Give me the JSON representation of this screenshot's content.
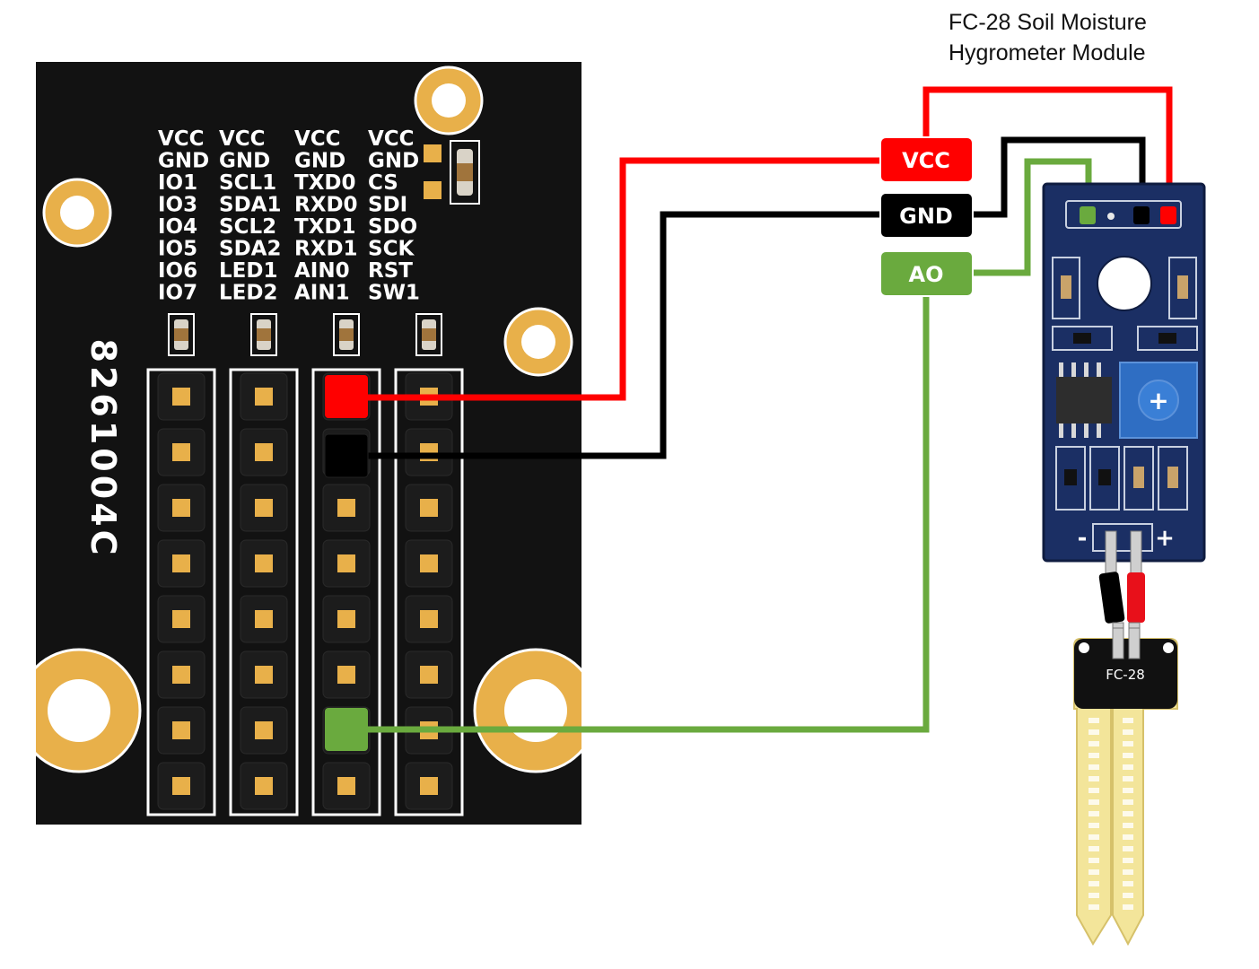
{
  "module": {
    "title_line1": "FC-28 Soil Moisture",
    "title_line2": "Hygrometer Module",
    "probe_label": "FC-28",
    "pot_symbol": "+",
    "probe_minus": "-",
    "probe_plus": "+"
  },
  "board": {
    "part_number": "8261004C",
    "header_label_rows": [
      [
        "VCC",
        "VCC",
        "VCC",
        "VCC"
      ],
      [
        "GND",
        "GND",
        "GND",
        "GND"
      ],
      [
        "IO1",
        "SCL1",
        "TXD0",
        "CS"
      ],
      [
        "IO3",
        "SDA1",
        "RXD0",
        "SDI"
      ],
      [
        "IO4",
        "SCL2",
        "TXD1",
        "SDO"
      ],
      [
        "IO5",
        "SDA2",
        "RXD1",
        "SCK"
      ],
      [
        "IO6",
        "LED1",
        "AIN0",
        "RST"
      ],
      [
        "IO7",
        "LED2",
        "AIN1",
        "SW1"
      ]
    ]
  },
  "connections": [
    {
      "label": "VCC",
      "color": "#ff0000"
    },
    {
      "label": "GND",
      "color": "#000000"
    },
    {
      "label": "AO",
      "color": "#6aaa3e"
    }
  ],
  "colors": {
    "pcb": "#121212",
    "pad": "#e8b04a",
    "module_board": "#1b2f64",
    "probe": "#f3e59a",
    "wire_red": "#ff0000",
    "wire_black": "#000000",
    "wire_green": "#6aaa3e"
  }
}
